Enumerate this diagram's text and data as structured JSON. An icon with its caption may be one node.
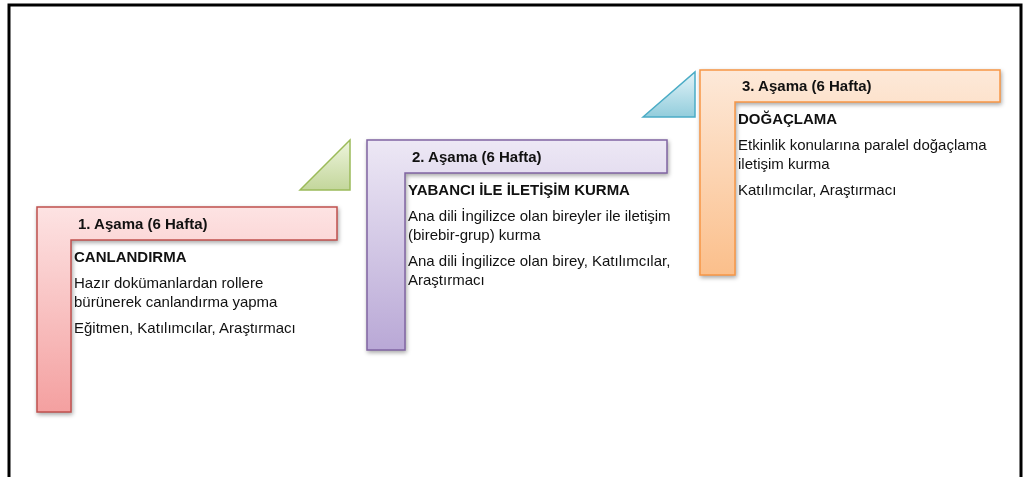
{
  "diagram": {
    "nodes": [
      {
        "text": [
          "1. Aşama (6 Hafta)",
          "CANLANDIRMA",
          "Hazır dokümanlardan rollere bürünerek canlandırma yapma",
          "Eğitmen, Katılımcılar, Araştırmacı"
        ]
      },
      {
        "text": [
          "2. Aşama (6 Hafta)",
          "YABANCI İLE İLETİŞİM KURMA",
          "Ana dili İngilizce olan bireyler ile iletişim (birebir-grup) kurma",
          "Ana dili İngilizce olan birey, Katılımcılar, Araştırmacı"
        ]
      },
      {
        "text": [
          "3. Aşama (6 Hafta)",
          "DOĞAÇLAMA",
          "Etkinlik konularına paralel doğaçlama iletişim kurma",
          "Katılımcılar, Araştırmacı"
        ]
      }
    ]
  }
}
